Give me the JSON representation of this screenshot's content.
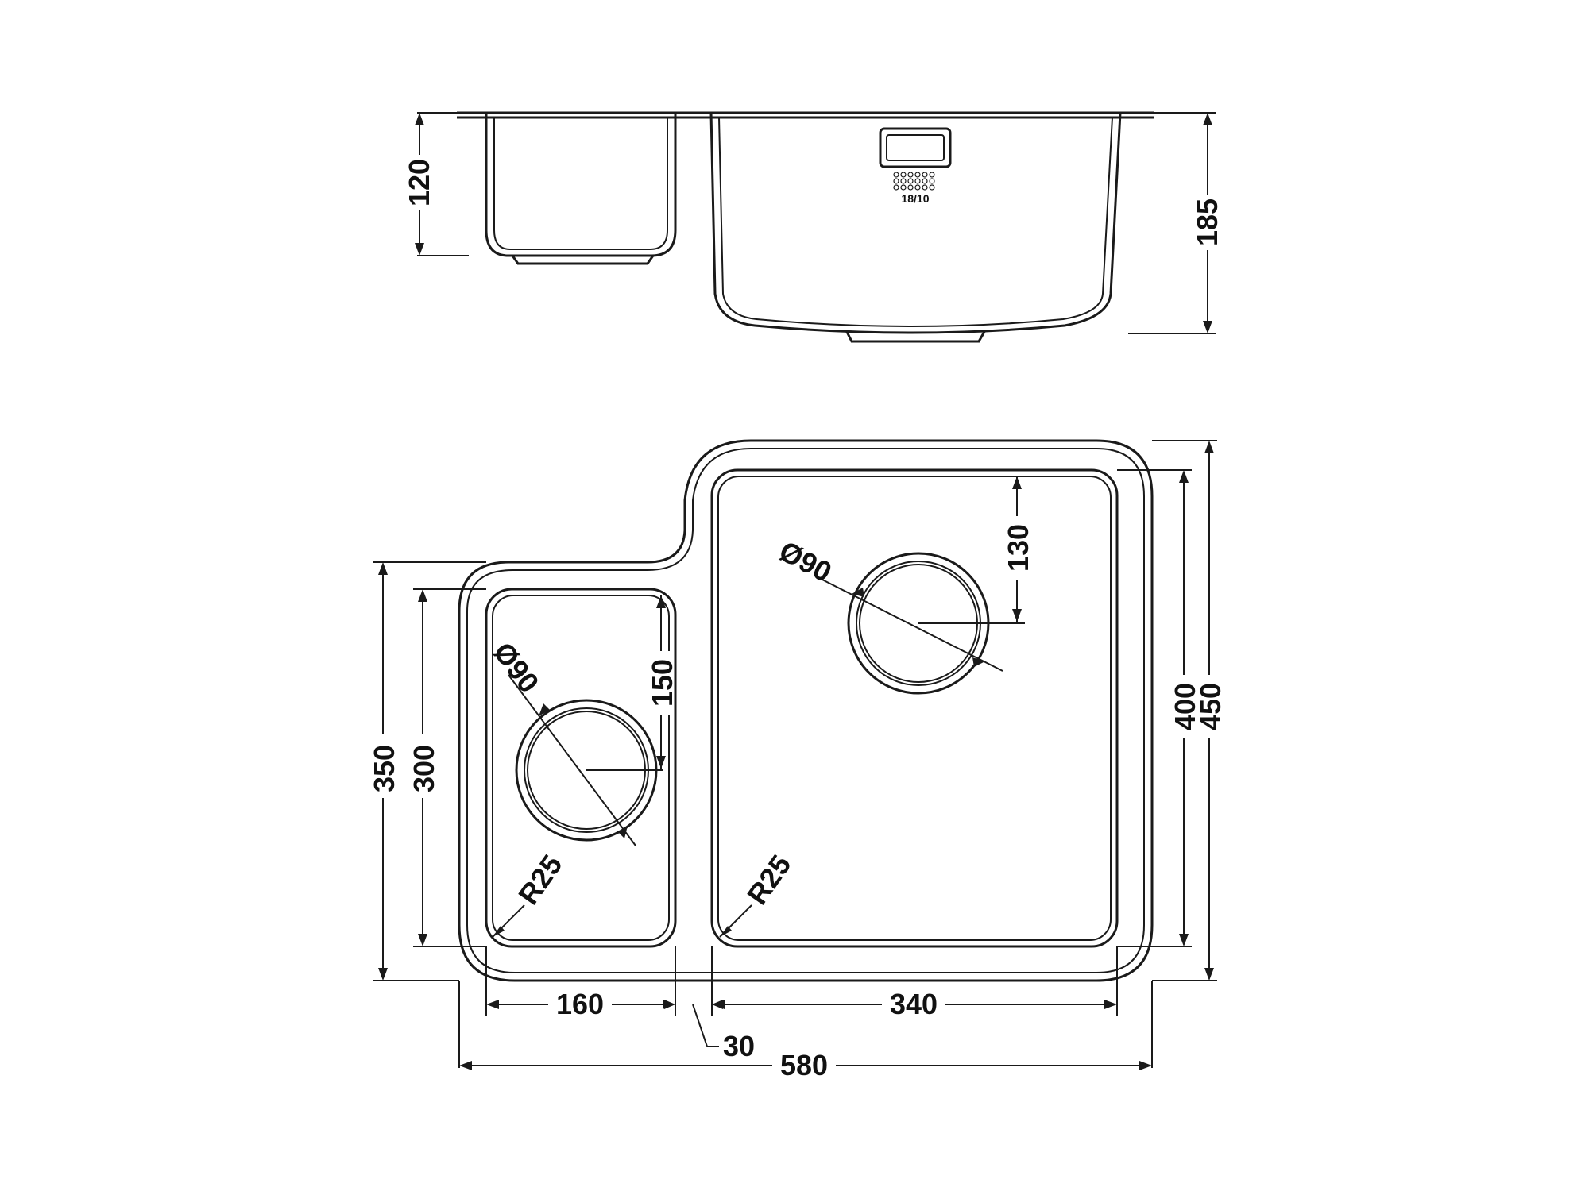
{
  "side_view": {
    "small_bowl_depth": "120",
    "large_bowl_depth": "185",
    "stamp_text": "18/10"
  },
  "top_view": {
    "small_bowl_height_outer": "350",
    "small_bowl_height_inner": "300",
    "small_drain_diameter": "Ø90",
    "small_drain_offset": "150",
    "small_corner_radius": "R25",
    "large_drain_diameter": "Ø90",
    "large_drain_offset": "130",
    "large_corner_radius": "R25",
    "large_bowl_height_inner": "400",
    "large_bowl_height_outer": "450",
    "small_bowl_width": "160",
    "large_bowl_width": "340",
    "divider_width": "30",
    "total_width": "580"
  },
  "colors": {
    "line": "#1a1a1a",
    "background": "#ffffff"
  }
}
